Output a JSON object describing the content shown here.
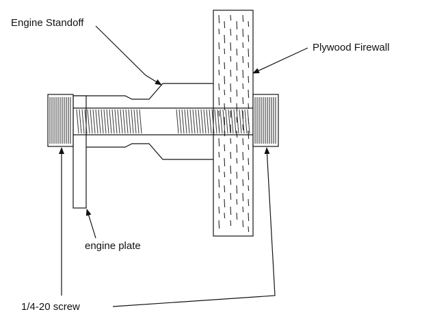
{
  "labels": {
    "engine_standoff": "Engine Standoff",
    "plywood_firewall": "Plywood Firewall",
    "engine_plate": "engine plate",
    "screw": "1/4-20 screw"
  },
  "colors": {
    "ink": "#111111",
    "background": "#ffffff"
  }
}
